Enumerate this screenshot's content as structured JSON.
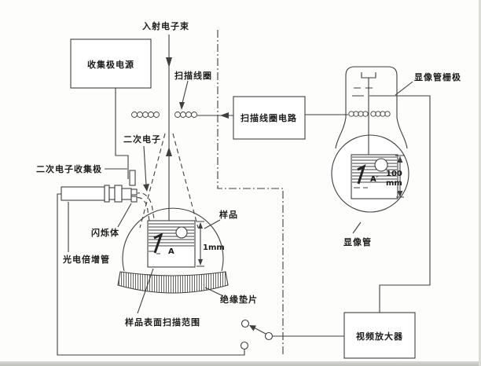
{
  "colors": {
    "line": "#3f3f3f",
    "text": "#1c1c1c",
    "bg": "#fdfdfb"
  },
  "labels": {
    "incident_beam": "入射电子束",
    "collector_supply": "收集极电源",
    "scan_coil": "扫描线圈",
    "scan_coil_circuit": "扫描线圈电路",
    "crt_grid": "显像管栅极",
    "secondary_electron": "二次电子",
    "se_collector": "二次电子收集极",
    "scintillator": "闪烁体",
    "photomultiplier": "光电倍增管",
    "specimen": "样品",
    "specimen_scale": "1mm",
    "crt": "显像管",
    "crt_scale_value": "100",
    "crt_scale_unit": "mm",
    "insulator": "绝缘垫片",
    "scan_area": "样品表面扫描范围",
    "video_amplifier": "视频放大器",
    "spot_a": "A",
    "spot_a_prime": "A′"
  }
}
